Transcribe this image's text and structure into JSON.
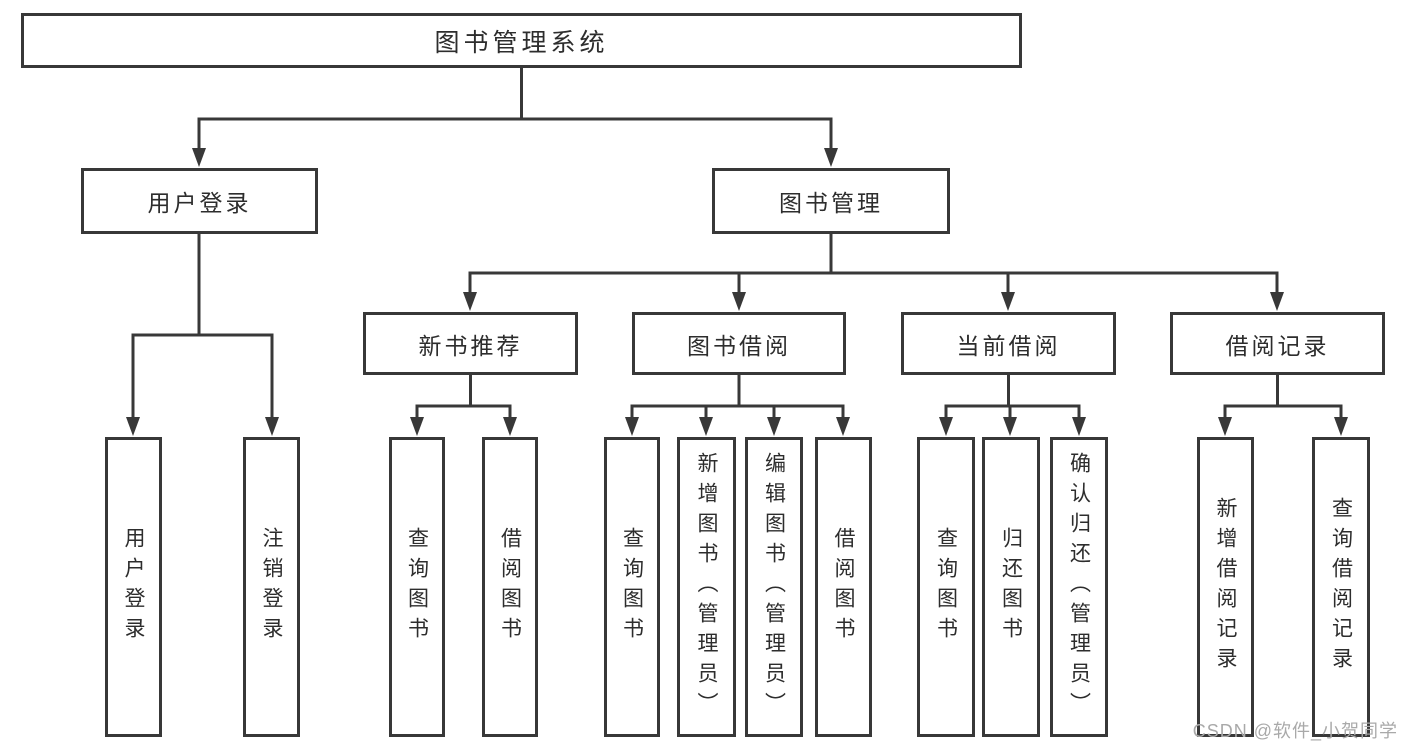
{
  "diagram": {
    "root": {
      "label": "图书管理系统"
    },
    "branches": [
      {
        "label": "用户登录",
        "children": [
          {
            "label": "用户登录"
          },
          {
            "label": "注销登录"
          }
        ]
      },
      {
        "label": "图书管理",
        "children": [
          {
            "label": "新书推荐",
            "children": [
              {
                "label": "查询图书"
              },
              {
                "label": "借阅图书"
              }
            ]
          },
          {
            "label": "图书借阅",
            "children": [
              {
                "label": "查询图书"
              },
              {
                "label": "新增图书（管理员）"
              },
              {
                "label": "编辑图书（管理员）"
              },
              {
                "label": "借阅图书"
              }
            ]
          },
          {
            "label": "当前借阅",
            "children": [
              {
                "label": "查询图书"
              },
              {
                "label": "归还图书"
              },
              {
                "label": "确认归还（管理员）"
              }
            ]
          },
          {
            "label": "借阅记录",
            "children": [
              {
                "label": "新增借阅记录"
              },
              {
                "label": "查询借阅记录"
              }
            ]
          }
        ]
      }
    ]
  },
  "watermark": {
    "text": "CSDN @软件_小贺同学"
  },
  "colors": {
    "line": "#383838",
    "box_border": "#383838",
    "text": "#2d2d2d",
    "watermark": "#a9a9a9",
    "background": "#ffffff"
  }
}
